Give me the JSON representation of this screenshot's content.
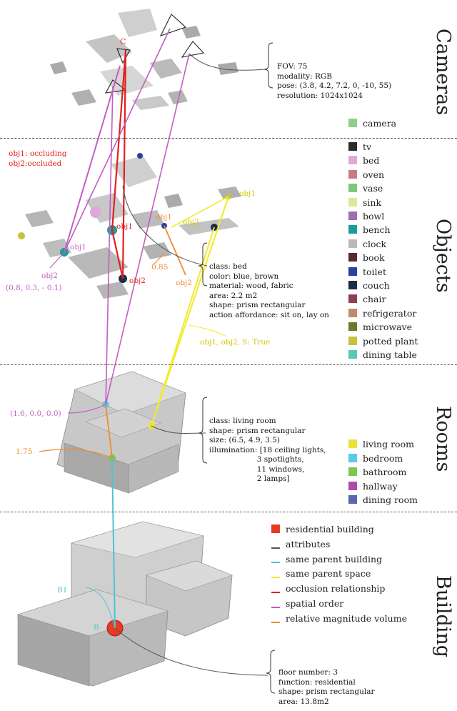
{
  "sections": {
    "cameras": "Cameras",
    "objects": "Objects",
    "rooms": "Rooms",
    "building": "Building"
  },
  "camera_attrs": [
    "FOV: 75",
    "modality: RGB",
    "pose: (3.8, 4.2, 7.2, 0, -10, 55)",
    "resolution: 1024x1024"
  ],
  "object_attrs": [
    "class: bed",
    "color: blue, brown",
    "material: wood, fabric",
    "area: 2.2 m2",
    "shape: prism rectangular",
    "action affordance: sit on, lay on"
  ],
  "room_attrs": [
    "class: living room",
    "shape: prism rectangular",
    "size: (6.5, 4.9, 3.5)",
    "illumination: [18 ceiling lights,",
    "                    3 spotlights,",
    "                    11 windows,",
    "                    2 lamps]"
  ],
  "building_attrs": [
    "floor number: 3",
    "function: residential",
    "shape: prism rectangular",
    "area: 13.8m2"
  ],
  "annotations": {
    "cam_c": "C",
    "occluding": "obj1: occluding",
    "occluded": "obj2:occluded",
    "obj1_a": "obj1",
    "obj2_a": "obj2",
    "obj1_b": "obj1",
    "obj2_b": "obj2",
    "obj1_c": "obj1",
    "obj2_c": "obj2",
    "obj1_d": "obj1",
    "obj2_d": "obj2",
    "spatial_obj": "(0.8, 0.3, - 0.1)",
    "volume_obj": "0.85",
    "same_space": "obj1, obj2, S: True",
    "spatial_room": "(1.6, 0.0, 0.0)",
    "volume_room": "1.75",
    "b1": "B1",
    "b_main": "B"
  },
  "legend_camera": [
    {
      "label": "camera",
      "color": "#8fcf8a"
    }
  ],
  "legend_objects": [
    {
      "label": "tv",
      "color": "#2b2b2b"
    },
    {
      "label": "bed",
      "color": "#e0a8d8"
    },
    {
      "label": "oven",
      "color": "#c97a85"
    },
    {
      "label": "vase",
      "color": "#7fc77a"
    },
    {
      "label": "sink",
      "color": "#e2e59a"
    },
    {
      "label": "bowl",
      "color": "#9b6fb0"
    },
    {
      "label": "bench",
      "color": "#1f9a9a"
    },
    {
      "label": "clock",
      "color": "#b9b9b9"
    },
    {
      "label": "book",
      "color": "#5a2a33"
    },
    {
      "label": "toilet",
      "color": "#2c3f9e"
    },
    {
      "label": "couch",
      "color": "#1c2b47"
    },
    {
      "label": "chair",
      "color": "#8e4055"
    },
    {
      "label": "refrigerator",
      "color": "#c08a6a"
    },
    {
      "label": "microwave",
      "color": "#6b7a2c"
    },
    {
      "label": "potted plant",
      "color": "#c6c23c"
    },
    {
      "label": "dining table",
      "color": "#56c9b3"
    }
  ],
  "legend_rooms": [
    {
      "label": "living room",
      "color": "#e9e23a"
    },
    {
      "label": "bedroom",
      "color": "#5ec8ea"
    },
    {
      "label": "bathroom",
      "color": "#7cc84a"
    },
    {
      "label": "hallway",
      "color": "#b04aa8"
    },
    {
      "label": "dining room",
      "color": "#5b65b0"
    }
  ],
  "legend_building": [
    {
      "label": "residential building",
      "color": "#e63b22",
      "kind": "swatch"
    },
    {
      "label": "attributes",
      "color": "#555555",
      "kind": "line"
    },
    {
      "label": "same parent building",
      "color": "#4fc3d1",
      "kind": "line"
    },
    {
      "label": "same parent space",
      "color": "#f2ea2a",
      "kind": "line"
    },
    {
      "label": "occlusion relationship",
      "color": "#e02020",
      "kind": "line"
    },
    {
      "label": "spatial order",
      "color": "#c25ec2",
      "kind": "line"
    },
    {
      "label": "relative magnitude volume",
      "color": "#f08a30",
      "kind": "line"
    }
  ]
}
